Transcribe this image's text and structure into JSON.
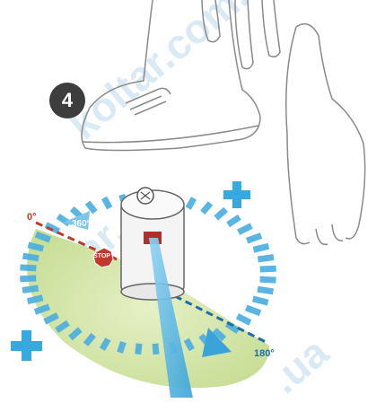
{
  "step_number": "4",
  "angle_labels": {
    "zero": "0°",
    "full": "360°",
    "half": "180°"
  },
  "stop_label": "STOP",
  "watermark": "koltar.com.ua",
  "colors": {
    "arc_blue": "#4aaee0",
    "red_line": "#c0392b",
    "coverage_green": "#cfe3a6",
    "plus_blue": "#36a9e1",
    "badge": "#3d3d3d"
  },
  "icons": [
    "plus-icon",
    "arc-arrow-icon",
    "stop-sign-icon",
    "sprinkler-head",
    "foot-illustration",
    "hand-illustration"
  ]
}
